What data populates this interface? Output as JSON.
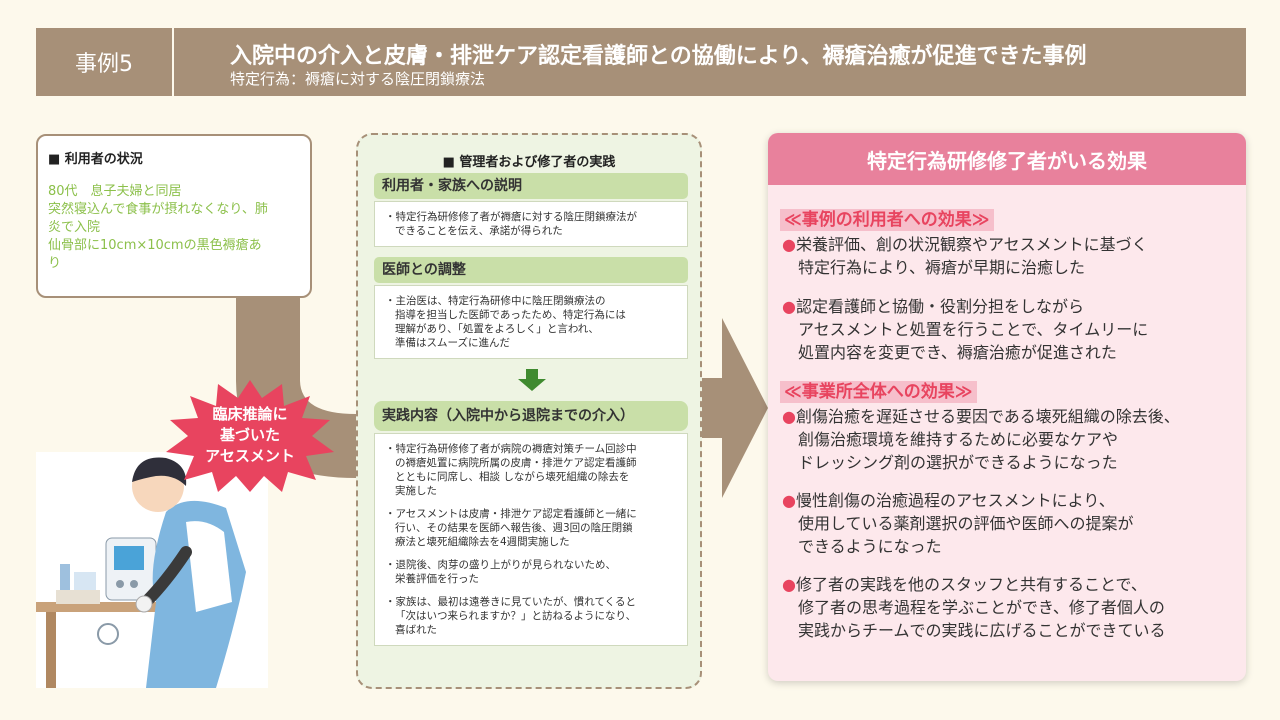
{
  "header": {
    "case_label": "事例5",
    "title": "入院中の介入と皮膚・排泄ケア認定看護師との協働により、褥瘡治癒が促進できた事例",
    "subtitle": "特定行為：褥瘡に対する陰圧閉鎖療法"
  },
  "user_status": {
    "title": "■ 利用者の状況",
    "lines": [
      "80代　息子夫婦と同居",
      "突然寝込んで食事が摂れなくなり、肺",
      "炎で入院",
      "仙骨部に10cm×10cmの黒色褥瘡あ",
      "り"
    ]
  },
  "burst_text": [
    "臨床推論に",
    "基づいた",
    "アセスメント"
  ],
  "practice": {
    "title": "■ 管理者および修了者の実践",
    "sections": [
      {
        "heading": "利用者・家族への説明",
        "bullets": [
          "・特定行為研修修了者が褥瘡に対する陰圧閉鎖療法が\nできることを伝え、承諾が得られた"
        ]
      },
      {
        "heading": "医師との調整",
        "bullets": [
          "・主治医は、特定行為研修中に陰圧閉鎖療法の\n指導を担当した医師であったため、特定行為には\n理解があり、「処置をよろしく」と言われ、\n準備はスムーズに進んだ"
        ]
      },
      {
        "heading": "実践内容（入院中から退院までの介入）",
        "bullets": [
          "・特定行為研修修了者が病院の褥瘡対策チーム回診中\nの褥瘡処置に病院所属の皮膚・排泄ケア認定看護師\nとともに同席し、相談 しながら壊死組織の除去を\n実施した",
          "・アセスメントは皮膚・排泄ケア認定看護師と一緒に\n行い、その結果を医師へ報告後、週3回の陰圧閉鎖\n療法と壊死組織除去を4週間実施した",
          "・退院後、肉芽の盛り上がりが見られないため、\n栄養評価を行った",
          "・家族は、最初は遠巻きに見ていたが、慣れてくると\n「次はいつ来られますか？」と訪ねるようになり、\n喜ばれた"
        ]
      }
    ]
  },
  "effects": {
    "heading": "特定行為研修修了者がいる効果",
    "groups": [
      {
        "title": "≪事例の利用者への効果≫",
        "items": [
          "栄養評価、創の状況観察やアセスメントに基づく\n　特定行為により、褥瘡が早期に治癒した",
          "認定看護師と協働・役割分担をしながら\n　アセスメントと処置を行うことで、タイムリーに\n　処置内容を変更でき、褥瘡治癒が促進された"
        ]
      },
      {
        "title": "≪事業所全体への効果≫",
        "items": [
          "創傷治癒を遅延させる要因である壊死組織の除去後、\n　創傷治癒環境を維持するために必要なケアや\n　ドレッシング剤の選択ができるようになった",
          "慢性創傷の治癒過程のアセスメントにより、\n　使用している薬剤選択の評価や医師への提案が\n　できるようになった",
          "修了者の実践を他のスタッフと共有することで、\n　修了者の思考過程を学ぶことができ、修了者個人の\n　実践からチームでの実践に広げることができている"
        ]
      }
    ],
    "bullet_mark": "●"
  },
  "colors": {
    "header_bg": "#a79078",
    "arrow": "#a79078",
    "green_head": "#c9dfa8",
    "pink_head": "#e8819c",
    "effect_title": "#e8445f",
    "user_text": "#8cc04b",
    "burst": "#e8445f",
    "down_arrow": "#3f8a2f"
  }
}
